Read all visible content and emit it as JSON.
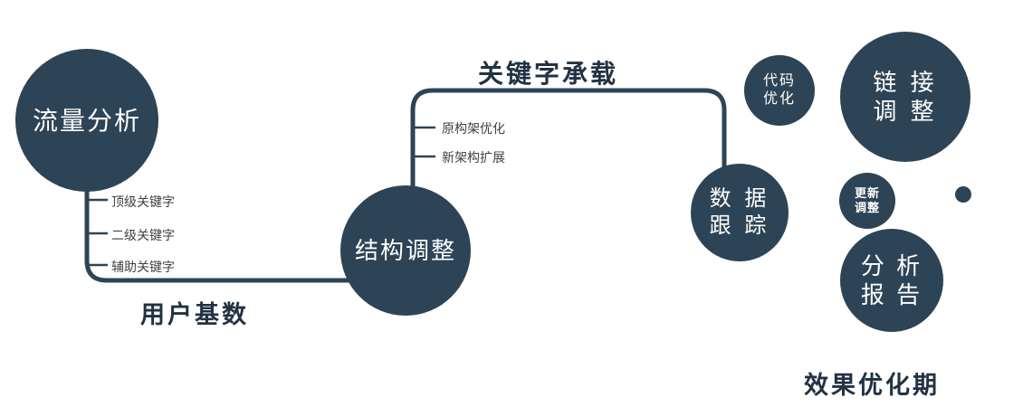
{
  "colors": {
    "primary": "#2d4456",
    "label_ink": "#223243",
    "branch_ink": "#404040",
    "background": "#ffffff"
  },
  "nodes": {
    "traffic_analysis": {
      "label": "流量分析"
    },
    "structure_adjustment": {
      "label": "结构调整"
    },
    "data_tracking": {
      "line1": "数 据",
      "line2": "跟 踪"
    },
    "code_optimization": {
      "line1": "代码",
      "line2": "优化"
    },
    "link_adjustment": {
      "line1": "链 接",
      "line2": "调 整"
    },
    "update_adjustment": {
      "line1": "更新",
      "line2": "调整"
    },
    "analysis_report": {
      "line1": "分 析",
      "line2": "报 告"
    }
  },
  "edges": {
    "user_base_label": "用户基数",
    "keyword_bearing_label": "关键字承载"
  },
  "branches": {
    "traffic": [
      "顶级关键字",
      "二级关键字",
      "辅助关键字"
    ],
    "structure": [
      "原构架优化",
      "新架构扩展"
    ]
  },
  "footer": {
    "phase_label": "效果优化期"
  }
}
